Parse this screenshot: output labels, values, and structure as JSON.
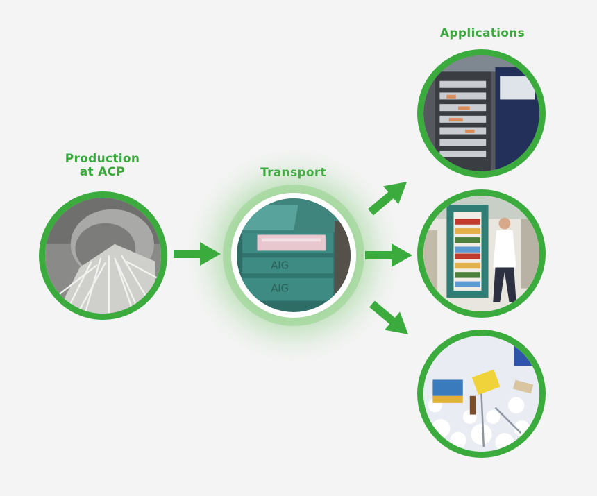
{
  "labels": {
    "production_line1": "Production",
    "production_line2": "at ACP",
    "transport": "Transport",
    "applications": "Applications"
  },
  "icons": {
    "arrow": "right-arrow-icon",
    "arrow_up": "up-right-arrow-icon",
    "arrow_down": "down-right-arrow-icon"
  },
  "colors": {
    "accent": "#3bab3e",
    "label": "#3aa83c",
    "background": "#f4f4f4"
  }
}
